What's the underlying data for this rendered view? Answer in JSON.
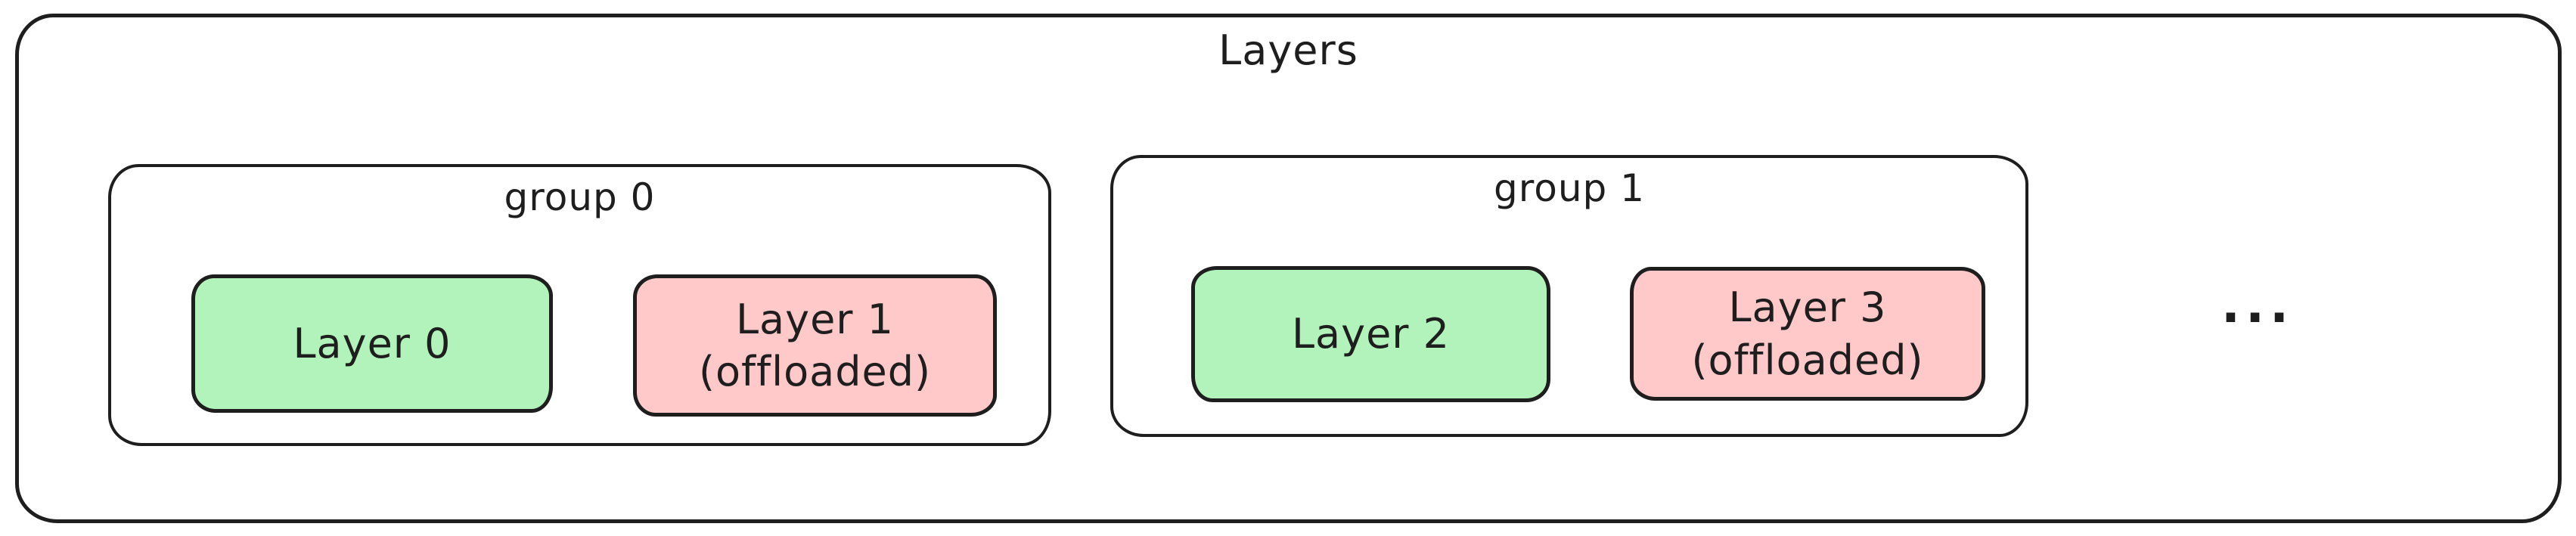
{
  "diagram": {
    "title": "Layers",
    "ellipsis": "...",
    "colors": {
      "background": "#ffffff",
      "stroke": "#1e1e1e",
      "loaded_fill": "#b2f2bb",
      "offloaded_fill": "#ffc9c9"
    },
    "groups": [
      {
        "label": "group 0",
        "layers": [
          {
            "line1": "Layer 0",
            "line2": "",
            "state": "loaded"
          },
          {
            "line1": "Layer 1",
            "line2": "(offloaded)",
            "state": "offloaded"
          }
        ]
      },
      {
        "label": "group 1",
        "layers": [
          {
            "line1": "Layer 2",
            "line2": "",
            "state": "loaded"
          },
          {
            "line1": "Layer 3",
            "line2": "(offloaded)",
            "state": "offloaded"
          }
        ]
      }
    ]
  }
}
